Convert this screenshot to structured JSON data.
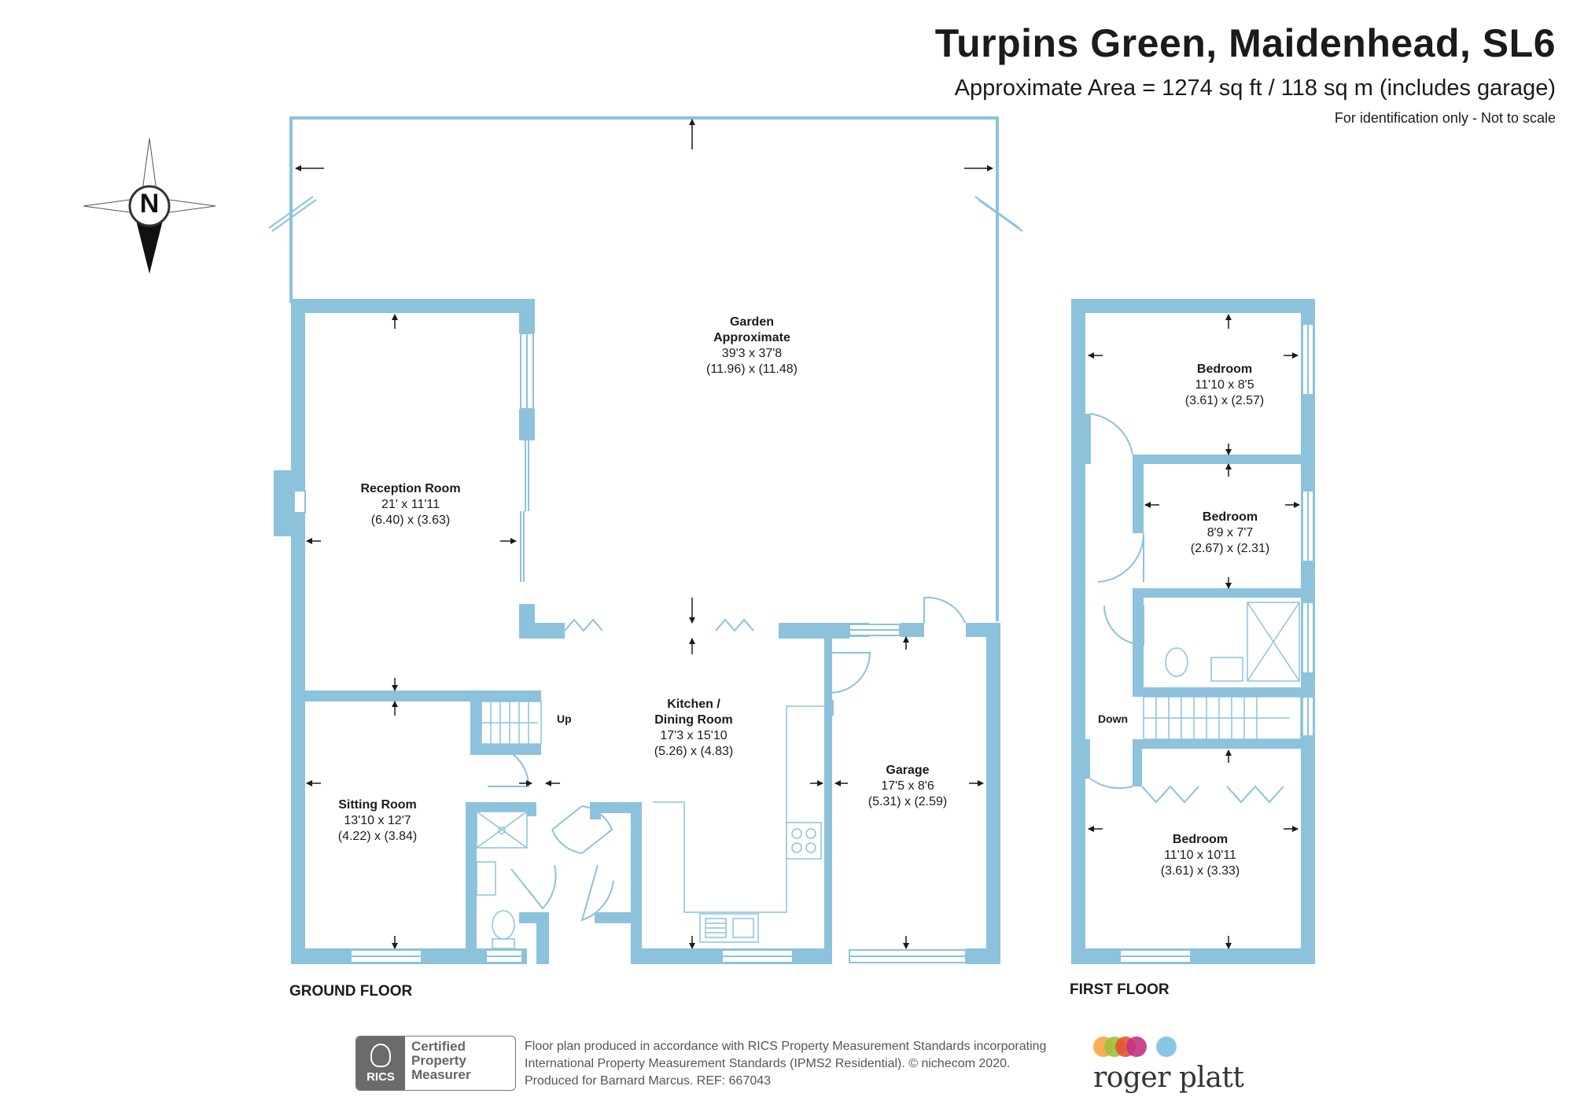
{
  "header": {
    "title": "Turpins Green, Maidenhead, SL6",
    "area": "Approximate Area = 1274 sq ft / 118 sq m (includes garage)",
    "note": "For identification only - Not to scale"
  },
  "compass": {
    "label": "N"
  },
  "colors": {
    "wall": "#8cc2dc",
    "line": "#8cc2dc",
    "text": "#1b1b1b"
  },
  "ground_floor": {
    "label": "GROUND FLOOR",
    "stairs_label": "Up",
    "rooms": {
      "garden": {
        "name": "Garden",
        "name2": "Approximate",
        "imperial": "39'3 x 37'8",
        "metric": "(11.96) x (11.48)"
      },
      "reception": {
        "name": "Reception Room",
        "imperial": "21' x 11'11",
        "metric": "(6.40) x (3.63)"
      },
      "kitchen": {
        "name": "Kitchen /",
        "name2": "Dining Room",
        "imperial": "17'3 x 15'10",
        "metric": "(5.26) x (4.83)"
      },
      "sitting": {
        "name": "Sitting Room",
        "imperial": "13'10 x 12'7",
        "metric": "(4.22) x (3.84)"
      },
      "garage": {
        "name": "Garage",
        "imperial": "17'5 x 8'6",
        "metric": "(5.31) x (2.59)"
      }
    }
  },
  "first_floor": {
    "label": "FIRST FLOOR",
    "stairs_label": "Down",
    "rooms": {
      "bed1": {
        "name": "Bedroom",
        "imperial": "11'10 x 8'5",
        "metric": "(3.61) x (2.57)"
      },
      "bed2": {
        "name": "Bedroom",
        "imperial": "8'9 x 7'7",
        "metric": "(2.67) x (2.31)"
      },
      "bed3": {
        "name": "Bedroom",
        "imperial": "11'10 x 10'11",
        "metric": "(3.61) x (3.33)"
      }
    }
  },
  "footer": {
    "rics_badge": "RICS",
    "certified_1": "Certified",
    "certified_2": "Property",
    "certified_3": "Measurer",
    "line1": "Floor plan produced in accordance with RICS Property Measurement Standards incorporating",
    "line2": "International Property Measurement Standards (IPMS2 Residential).   © nichecom 2020.",
    "line3": "Produced for Barnard Marcus.   REF:  667043",
    "brand": "roger platt"
  }
}
